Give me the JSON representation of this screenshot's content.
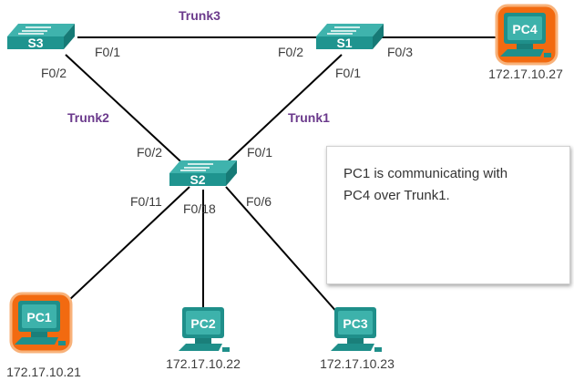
{
  "switches": {
    "s3": {
      "label": "S3"
    },
    "s1": {
      "label": "S1"
    },
    "s2": {
      "label": "S2"
    }
  },
  "pcs": {
    "pc1": {
      "label": "PC1",
      "ip": "172.17.10.21",
      "highlighted": true
    },
    "pc2": {
      "label": "PC2",
      "ip": "172.17.10.22",
      "highlighted": false
    },
    "pc3": {
      "label": "PC3",
      "ip": "172.17.10.23",
      "highlighted": false
    },
    "pc4": {
      "label": "PC4",
      "ip": "172.17.10.27",
      "highlighted": true
    }
  },
  "trunks": {
    "t1": "Trunk1",
    "t2": "Trunk2",
    "t3": "Trunk3"
  },
  "ports": {
    "s3_f01": "F0/1",
    "s3_f02": "F0/2",
    "s1_f02": "F0/2",
    "s1_f03": "F0/3",
    "s1_f01": "F0/1",
    "s2_f02": "F0/2",
    "s2_f01": "F0/1",
    "s2_f011": "F0/11",
    "s2_f018": "F0/18",
    "s2_f06": "F0/6"
  },
  "note": {
    "line1": "PC1 is communicating with",
    "line2": "PC4 over Trunk1."
  },
  "colors": {
    "device": "#1f8f8a",
    "highlight": "#f26a10",
    "trunk_label": "#6b3a8c"
  }
}
